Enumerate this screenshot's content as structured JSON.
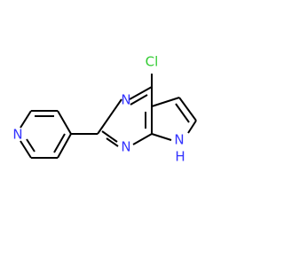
{
  "molecule": {
    "atoms": {
      "chlorine": "Cl",
      "n3": "N",
      "n1": "N",
      "n_pyridine": "N",
      "n7": "N",
      "h7": "H"
    },
    "colors": {
      "bond": "#000000",
      "nitrogen": "#3333ff",
      "chlorine": "#33cc33"
    }
  }
}
